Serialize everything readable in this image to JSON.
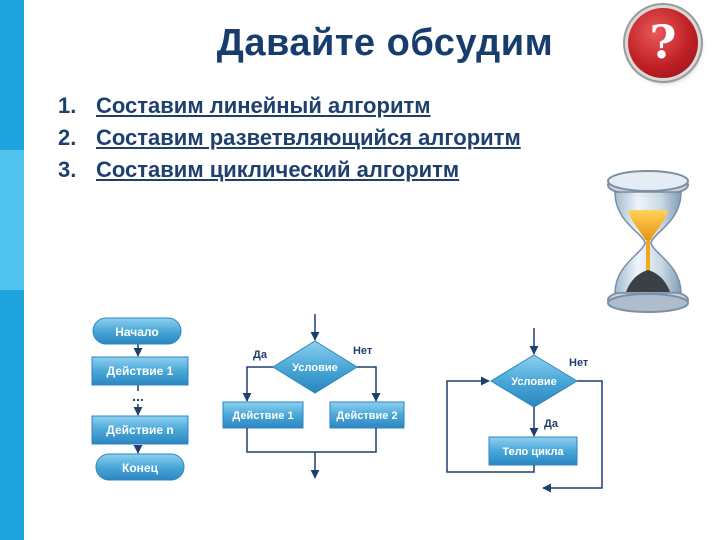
{
  "title": "Давайте обсудим",
  "question_mark": "?",
  "items": [
    {
      "num": "1.",
      "text": "Составим линейный алгоритм"
    },
    {
      "num": "2.",
      "text": "Составим разветвляющийся алгоритм"
    },
    {
      "num": "3.",
      "text": "Составим циклический алгоритм"
    }
  ],
  "linear": {
    "start": "Начало",
    "action1": "Действие 1",
    "dots": "...",
    "actionN": "Действие n",
    "end": "Конец"
  },
  "branch": {
    "yes": "Да",
    "no": "Нет",
    "condition": "Условие",
    "action1": "Действие 1",
    "action2": "Действие 2"
  },
  "loop": {
    "no": "Нет",
    "condition": "Условие",
    "yes": "Да",
    "body": "Тело цикла"
  },
  "colors": {
    "accent": "#1ea3dd",
    "title": "#173d6e",
    "block": "#4aa8d8"
  }
}
